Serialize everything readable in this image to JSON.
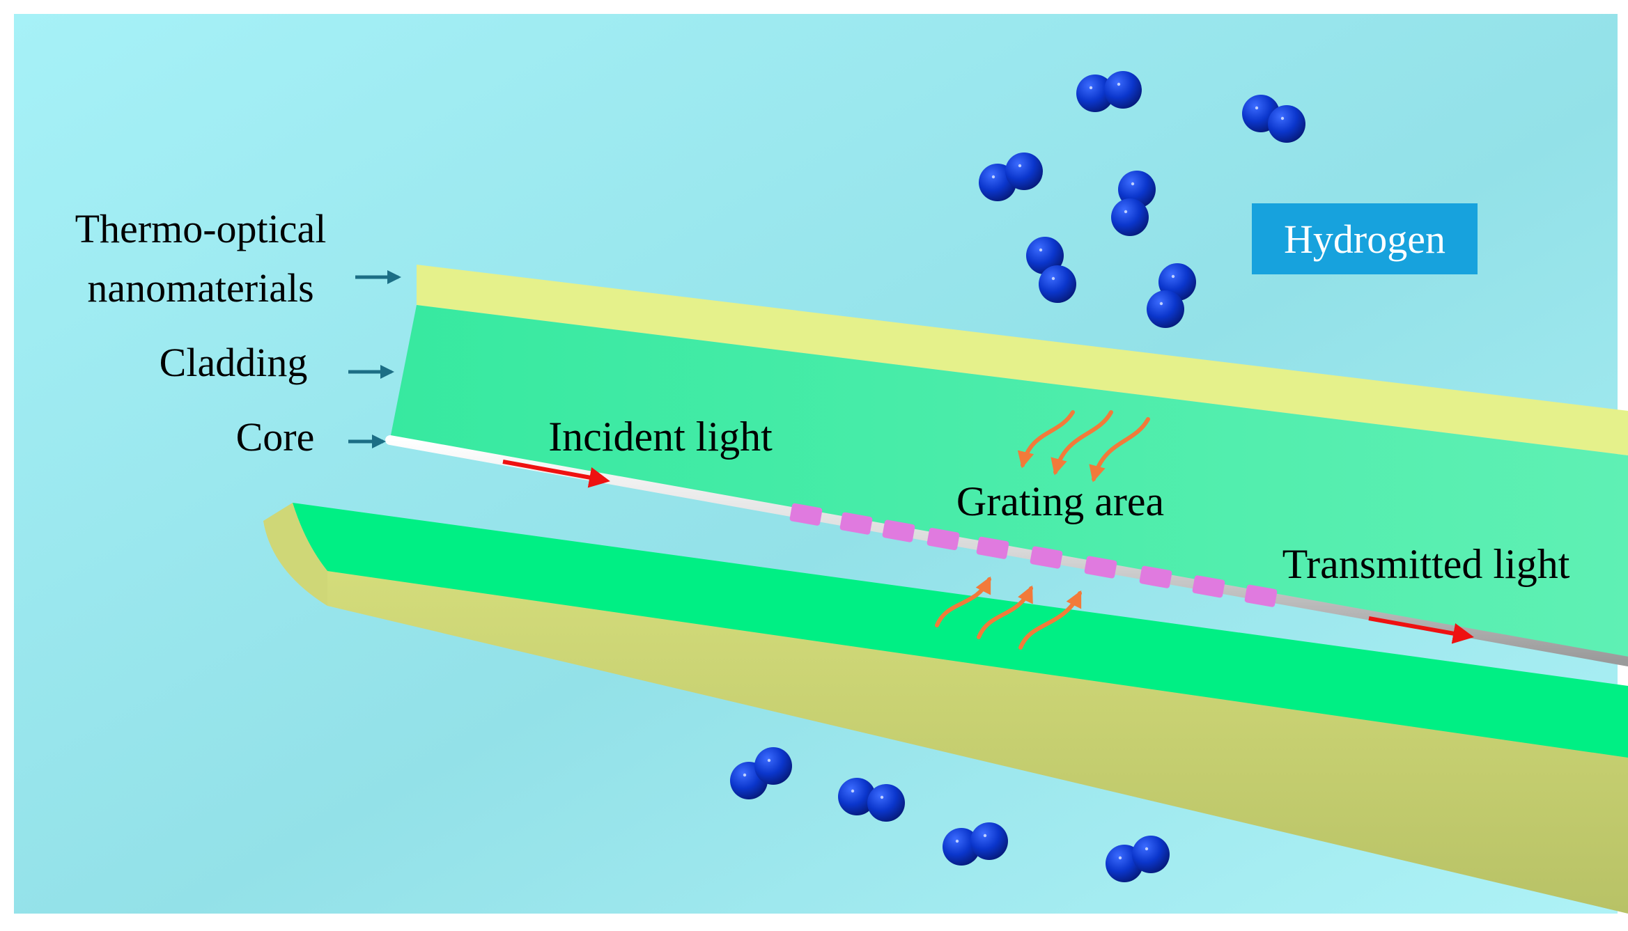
{
  "labels": {
    "thermo_line1": "Thermo-optical",
    "thermo_line2": "nanomaterials",
    "cladding": "Cladding",
    "core": "Core",
    "incident_light": "Incident light",
    "grating_area": "Grating area",
    "transmitted_light": "Transmitted light",
    "hydrogen": "Hydrogen"
  },
  "colors": {
    "background": "#9ee8ee",
    "thermo_layer": "#e6f28a",
    "outer_shell": "#cfd777",
    "cladding": "#3ff2a0",
    "cladding_cut": "#00ef84",
    "grating_mark": "#e07adf",
    "light_arrow": "#ee1111",
    "heat_arrow": "#f27a3a",
    "pointer_arrow": "#1c6e85",
    "molecule": "#0a35c8",
    "hydrogen_box": "#17a2dd"
  },
  "icons": {
    "molecule": "hydrogen-molecule-icon",
    "heat": "heat-wave-arrow-icon"
  }
}
